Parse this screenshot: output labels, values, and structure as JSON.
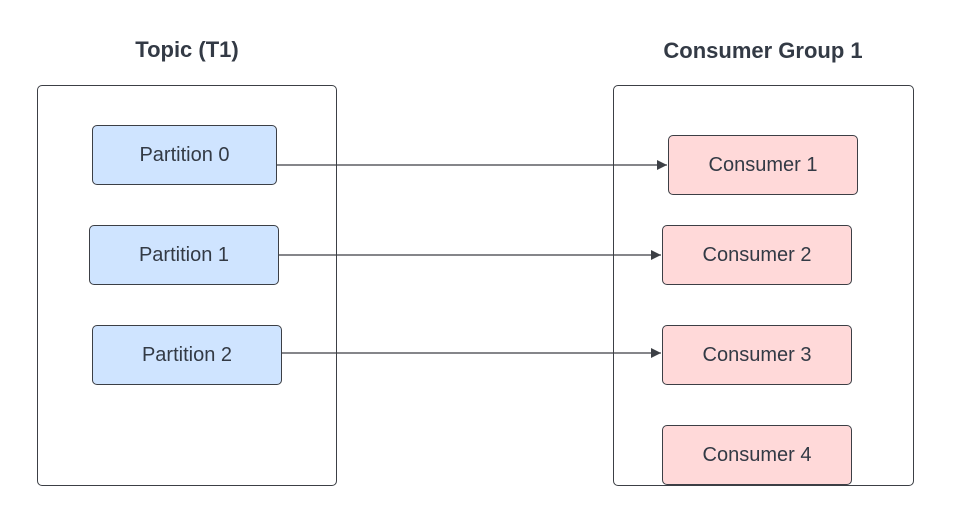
{
  "topic": {
    "title": "Topic (T1)",
    "partitions": [
      "Partition 0",
      "Partition 1",
      "Partition 2"
    ]
  },
  "consumer_group": {
    "title": "Consumer Group 1",
    "consumers": [
      "Consumer 1",
      "Consumer 2",
      "Consumer 3",
      "Consumer 4"
    ]
  },
  "connections": [
    {
      "from": "Partition 0",
      "to": "Consumer 1"
    },
    {
      "from": "Partition 1",
      "to": "Consumer 2"
    },
    {
      "from": "Partition 2",
      "to": "Consumer 3"
    }
  ],
  "colors": {
    "partition_fill": "#cfe4ff",
    "consumer_fill": "#ffd9d9",
    "stroke": "#3c3f45",
    "text": "#333a45"
  }
}
